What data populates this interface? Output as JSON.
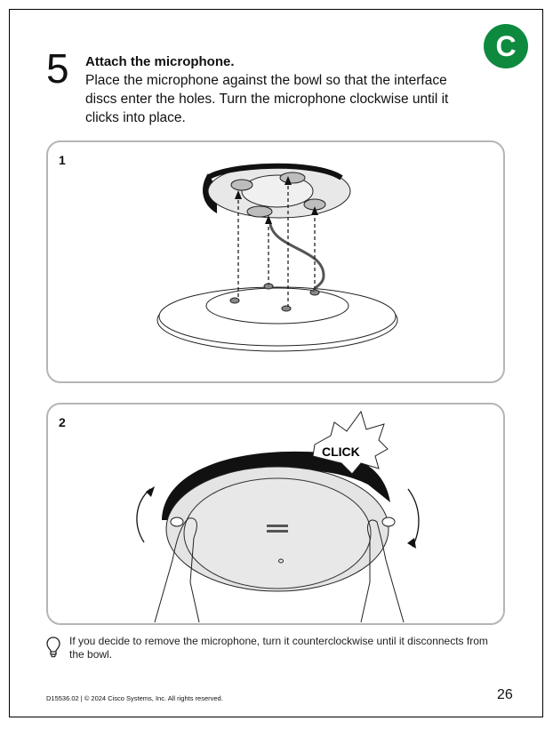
{
  "badge": {
    "letter": "C",
    "color": "#0d8a3e"
  },
  "step": {
    "number": "5",
    "title": "Attach the microphone.",
    "body": "Place the microphone against the bowl so that the interface discs enter the holes. Turn the microphone clockwise until it clicks into place."
  },
  "panels": [
    {
      "number": "1",
      "illustration": "microphone-alignment-diagram"
    },
    {
      "number": "2",
      "illustration": "microphone-rotation-diagram",
      "callout": "CLICK"
    }
  ],
  "tip": {
    "icon": "lightbulb-icon",
    "text": "If you decide to remove the microphone, turn it counterclockwise until it disconnects from the bowl."
  },
  "footer": {
    "doc_info": "D15536.02 | © 2024 Cisco Systems, Inc. All rights reserved.",
    "page_number": "26"
  }
}
